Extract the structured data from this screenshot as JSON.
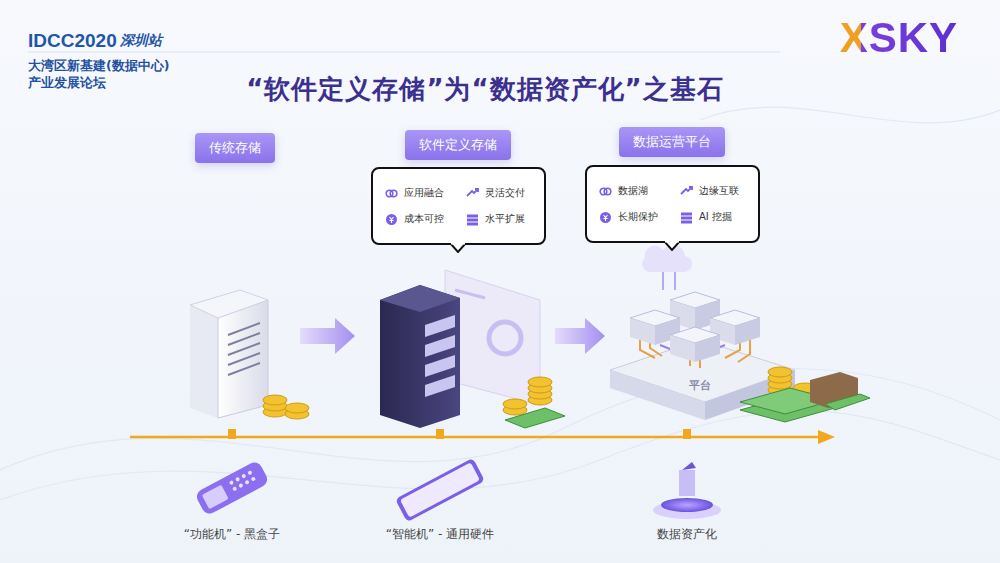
{
  "diagram": {
    "title": "“软件定义存储”为“数据资产化”之基石",
    "nodes": [
      {
        "text": [
          "传统存储"
        ]
      },
      {
        "text": [
          "软件定义存储"
        ]
      },
      {
        "text": [
          "应用融合",
          "灵活交付",
          "成本可控",
          "水平扩展"
        ]
      },
      {
        "text": [
          "数据运营平台"
        ]
      },
      {
        "text": [
          "数据湖",
          "边缘互联",
          "长期保护",
          "AI 挖掘"
        ]
      }
    ],
    "labels": [
      "IDCC2020",
      "深圳站",
      "大湾区新基建(数据中心)",
      "产业发展论坛",
      "XSKY",
      "平台",
      "“功能机” - 黑盒子",
      "“智能机” - 通用硬件",
      "数据资产化"
    ]
  }
}
